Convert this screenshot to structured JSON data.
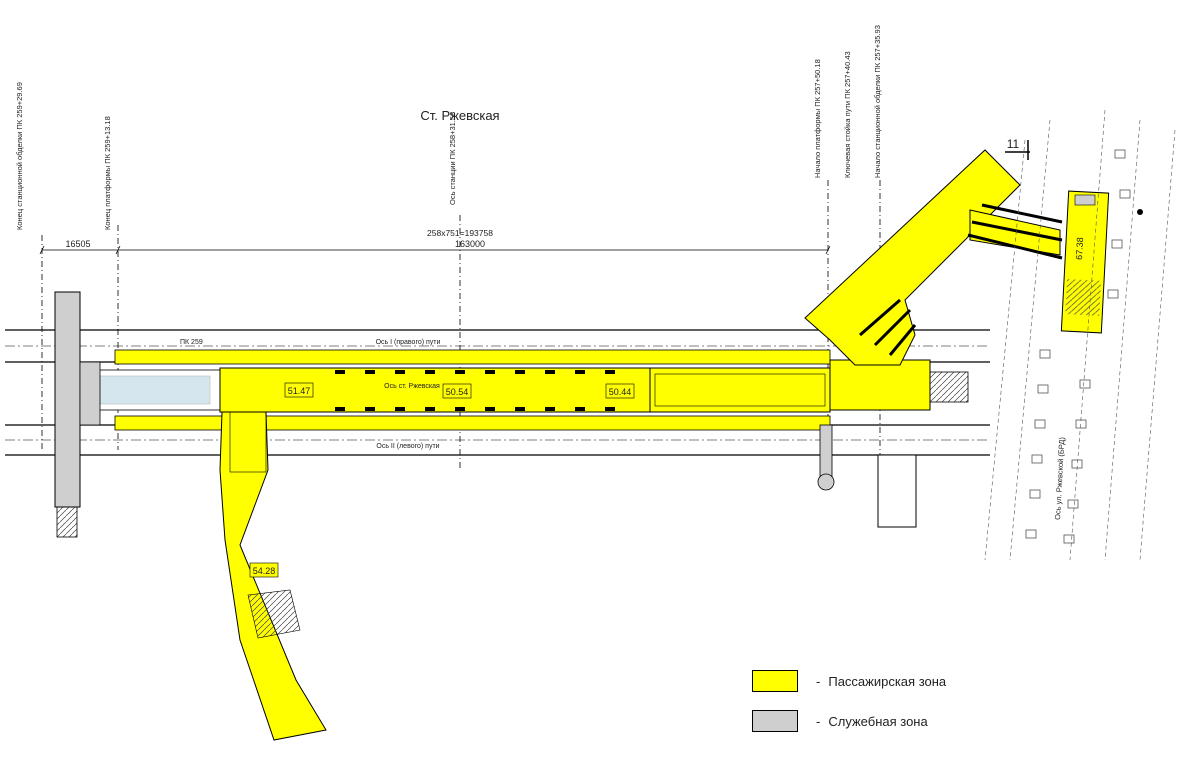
{
  "title": "Ст. Ржевская",
  "colors": {
    "passenger": "#ffff00",
    "service": "#cfcfcf",
    "line": "#000000"
  },
  "chainage": {
    "end_station_vault": "Конец станционной обделки ПК 259+29.69",
    "end_platform": "Конец платформы ПК 259+13.18",
    "station_axis": "Ось станции ПК 258+31.58",
    "start_platform": "Начало платформы ПК 257+50.18",
    "key_ring": "Ключевая стойка пути ПК 257+40.43",
    "start_station_vault": "Начало станционной обделки ПК 257+35.93"
  },
  "dimensions": {
    "left_span": "16505",
    "formula": "258x751=193758",
    "main_span": "163000"
  },
  "pk_label": "ПК 259",
  "section_mark": "11",
  "tracks": {
    "right": "Ось I (правого) пути",
    "left": "Ось II (левого) пути",
    "station_axis": "Ось ст. Ржевская"
  },
  "street_axis": "Ось ул. Ржевской (БРД)",
  "elevations": {
    "e1": "51.47",
    "e2": "50.54",
    "e3": "50.44",
    "e4": "54.28",
    "e5": "67.38"
  },
  "legend": [
    {
      "label": "Пассажирская зона",
      "color": "#ffff00"
    },
    {
      "label": "Служебная зона",
      "color": "#cfcfcf"
    }
  ],
  "dash": "-"
}
